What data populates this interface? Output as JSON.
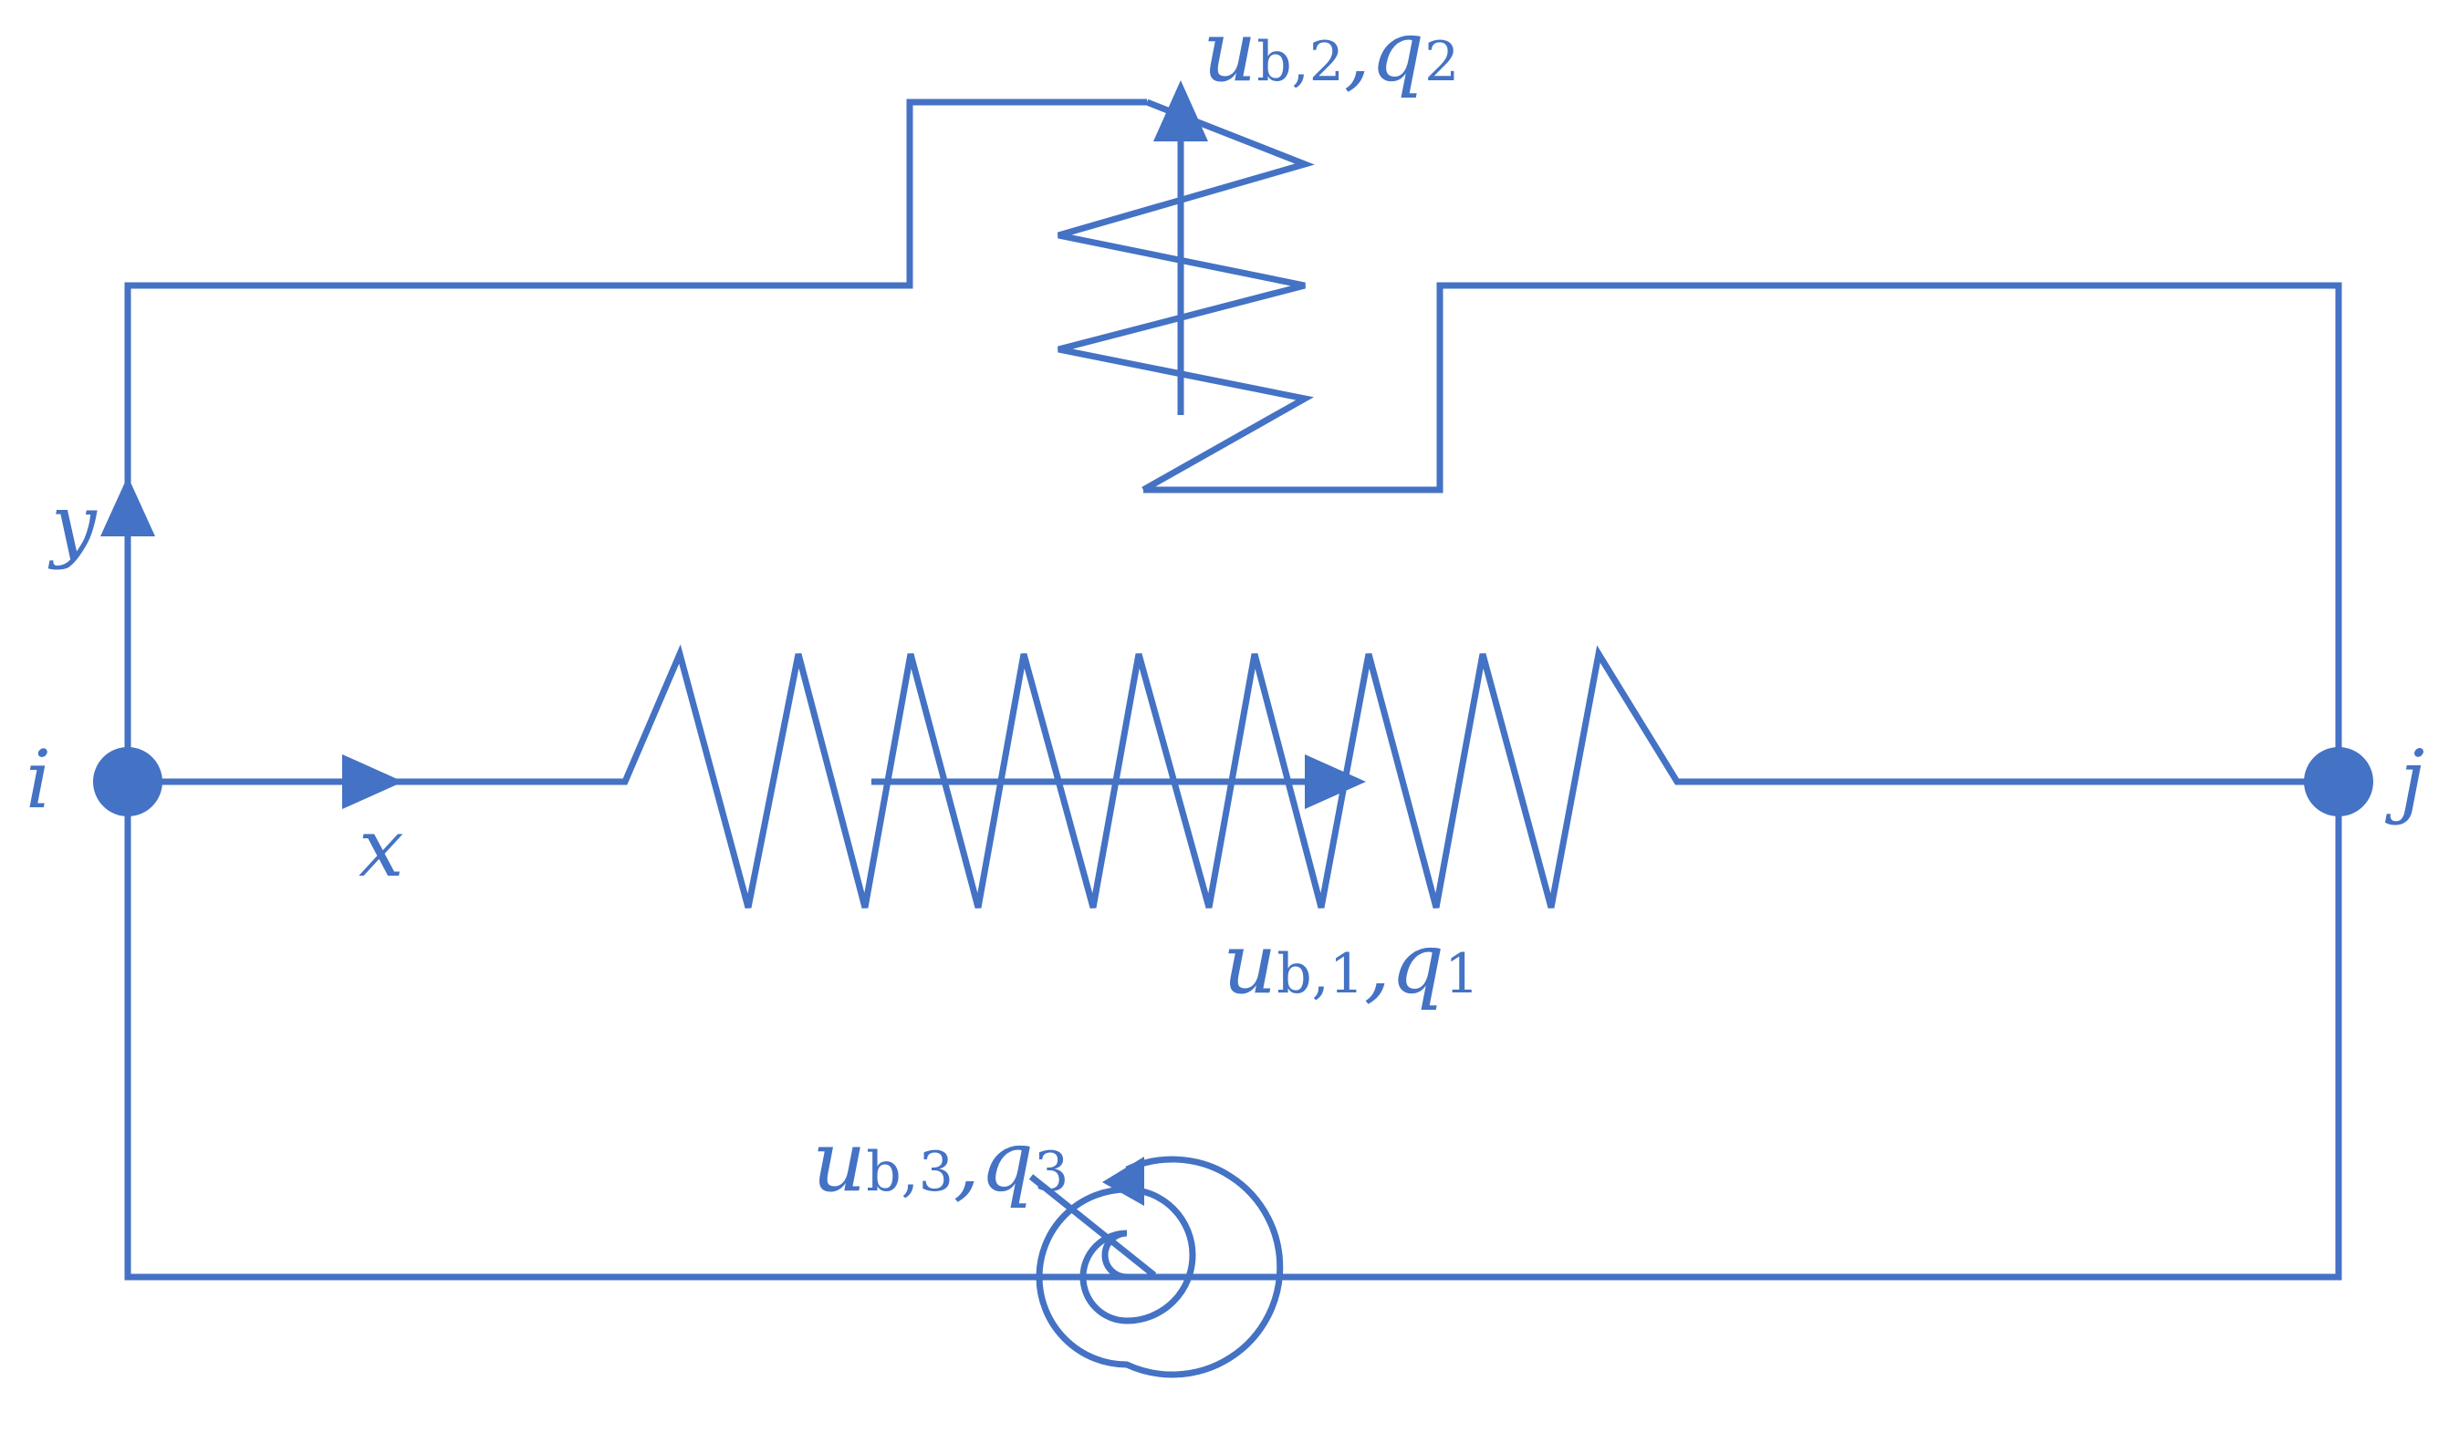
{
  "diagram": {
    "color": "#4472C4",
    "nodes": {
      "i": "i",
      "j": "j"
    },
    "axes": {
      "x": "x",
      "y": "y"
    },
    "springs": [
      {
        "id": "axial",
        "u": "u",
        "sub": "b,1",
        "sep": ",",
        "q": "q",
        "qsub": "1"
      },
      {
        "id": "transverse",
        "u": "u",
        "sub": "b,2",
        "sep": ",",
        "q": "q",
        "qsub": "2"
      },
      {
        "id": "rotational",
        "u": "u",
        "sub": "b,3",
        "sep": ",",
        "q": "q",
        "qsub": "3"
      }
    ]
  }
}
